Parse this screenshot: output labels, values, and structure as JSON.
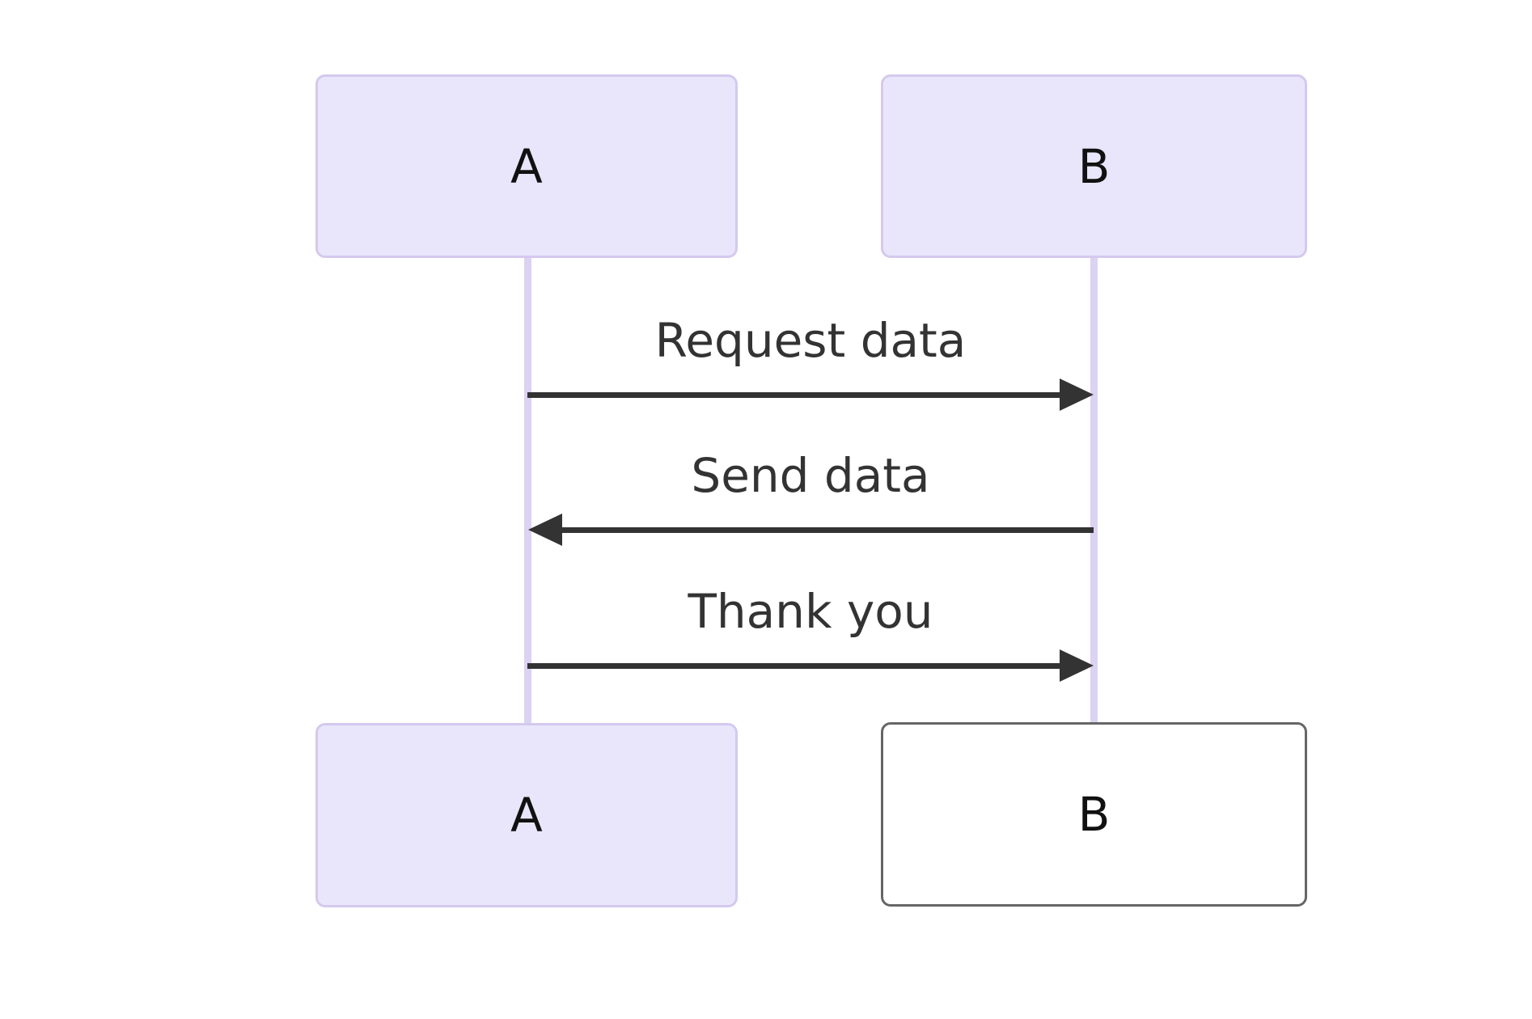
{
  "diagram": {
    "type": "sequence-diagram",
    "actors": [
      {
        "id": "A",
        "label": "A"
      },
      {
        "id": "B",
        "label": "B"
      }
    ],
    "messages": [
      {
        "from": "A",
        "to": "B",
        "label": "Request data",
        "arrow": "solid-right"
      },
      {
        "from": "B",
        "to": "A",
        "label": "Send data",
        "arrow": "solid-left"
      },
      {
        "from": "A",
        "to": "B",
        "label": "Thank you",
        "arrow": "solid-right"
      }
    ],
    "colors": {
      "background": "#FFFFFF",
      "actor_fill": "#E9E6FB",
      "actor_border": "#D5C9EE",
      "lifeline": "#DCD2F2",
      "arrow": "#333333",
      "message_text": "#333333",
      "actor_text": "#111111",
      "actor_b_final_fill": "#FFFFFF",
      "actor_b_final_border": "#666666"
    }
  }
}
